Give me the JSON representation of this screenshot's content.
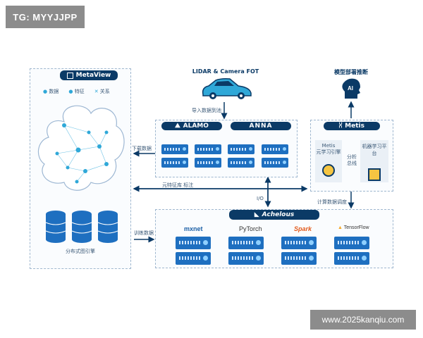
{
  "watermarks": {
    "top_left": "TG: MYYJJPP",
    "bottom_right": "www.2025kanqiu.com"
  },
  "metaview": {
    "title": "MetaView",
    "legend": [
      "数据",
      "特征",
      "关系"
    ],
    "db_label": "分布式图引擎"
  },
  "lidar": {
    "title": "LIDAR & Camera FOT"
  },
  "deploy": {
    "title": "模型部署推断"
  },
  "import_label": "导入数据到池",
  "ingest": {
    "alamo": "ALAMO",
    "anna": "ANNA"
  },
  "metis": {
    "title": "Metis",
    "left_card": [
      "Metis",
      "元学习引擎"
    ],
    "right_card": "机器学习平台",
    "analysis_label": [
      "分析",
      "总线"
    ]
  },
  "arrows": {
    "download": "下载数据",
    "meta_label": "元特征库  标注",
    "io": "I/O",
    "compute": "计算数据调度",
    "train": "训练数据"
  },
  "achelous": {
    "title": "Achelous",
    "frameworks": [
      "mxnet",
      "PyTorch",
      "Spark",
      "TensorFlow"
    ]
  },
  "colors": {
    "navy": "#0b3a66",
    "blue": "#1e6fc0",
    "cyan": "#2fa8d8",
    "dashed_border": "#9fb7cf"
  }
}
